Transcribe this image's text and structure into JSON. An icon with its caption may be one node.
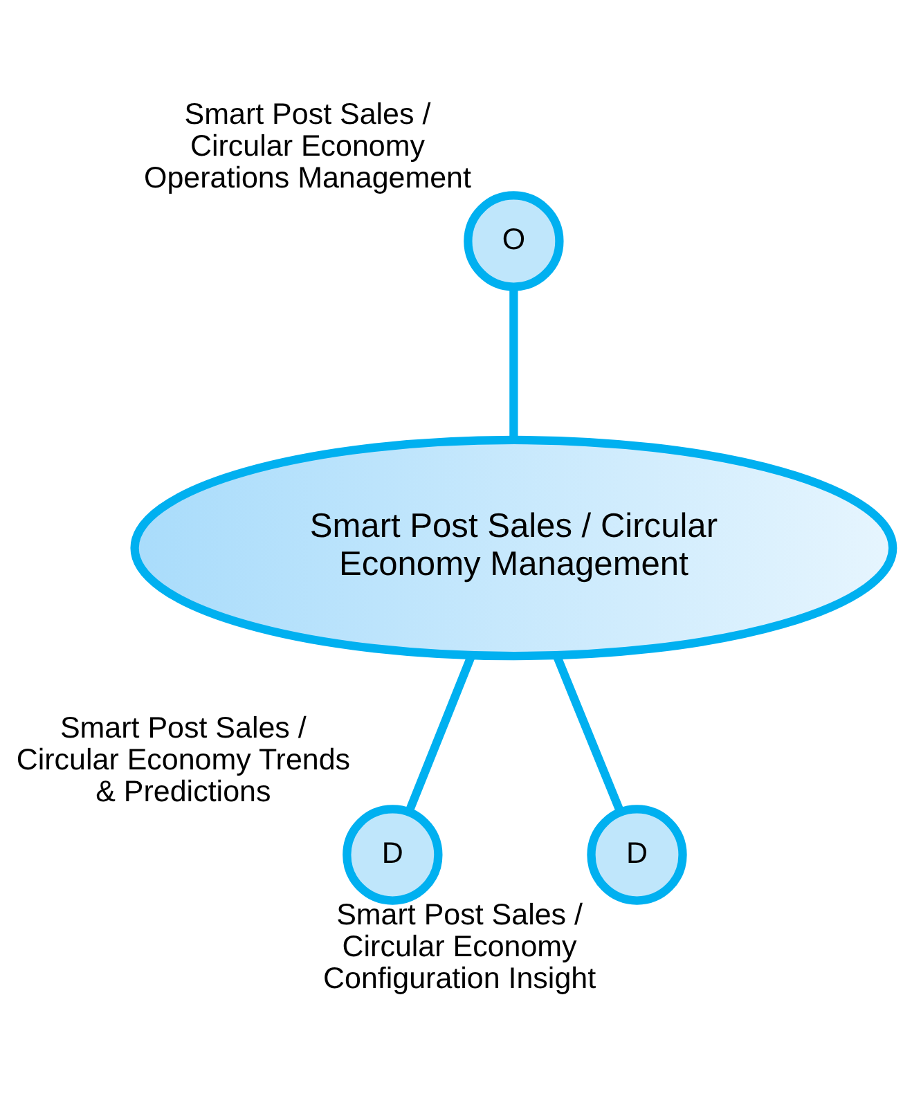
{
  "diagram": {
    "nodes": [
      {
        "text": [
          "Smart Post Sales / Circular Economy Management"
        ]
      },
      {
        "text": [
          "O"
        ],
        "beside": [
          "Smart Post Sales / Circular Economy Operations Management"
        ]
      },
      {
        "text": [
          "D"
        ],
        "beside": [
          "Smart Post Sales / Circular Economy Trends & Predictions"
        ]
      },
      {
        "text": [
          "D"
        ],
        "beside": [
          "Smart Post Sales / Circular Economy Configuration Insight"
        ]
      }
    ],
    "edges": [
      {
        "from": 0,
        "to": 1,
        "arrow": "none"
      },
      {
        "from": 0,
        "to": 2,
        "arrow": "none"
      },
      {
        "from": 0,
        "to": 3,
        "arrow": "none"
      }
    ]
  }
}
